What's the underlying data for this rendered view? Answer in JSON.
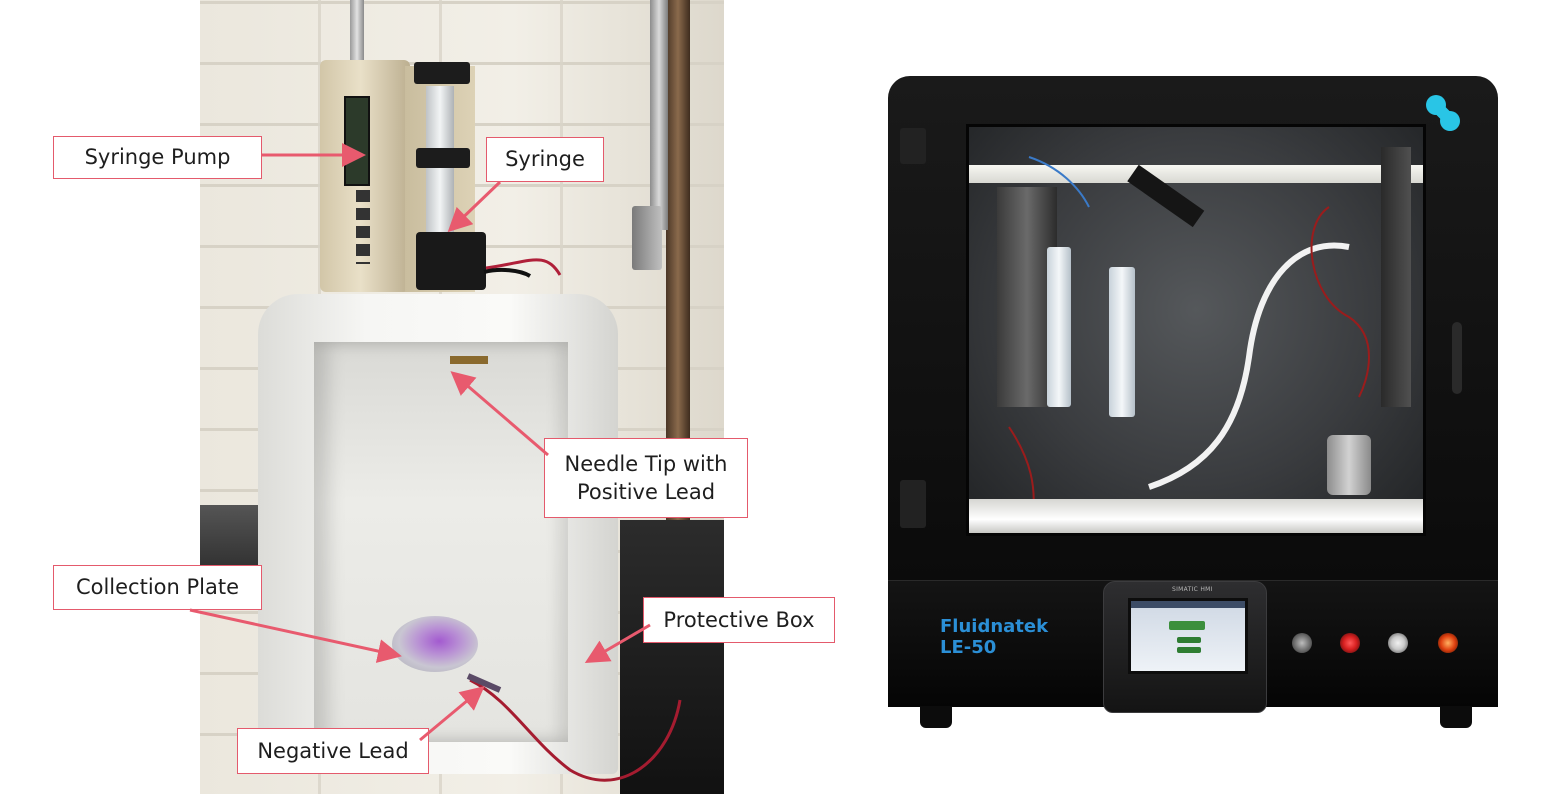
{
  "left_photo": {
    "labels": {
      "syringe_pump": "Syringe Pump",
      "syringe": "Syringe",
      "needle_tip_line1": "Needle Tip with",
      "needle_tip_line2": "Positive Lead",
      "collection_plate": "Collection Plate",
      "protective_box": "Protective Box",
      "negative_lead": "Negative Lead"
    },
    "callout_border_color": "#e45a6c"
  },
  "right_photo": {
    "brand": {
      "name": "Fluidnatek",
      "model": "LE-50",
      "color": "#2b8fd6"
    },
    "hmi_caption": "SIMATIC HMI",
    "indicator_colors": [
      "#bdbdbd",
      "#d82020",
      "#c9c9c9",
      "#e04010"
    ]
  }
}
